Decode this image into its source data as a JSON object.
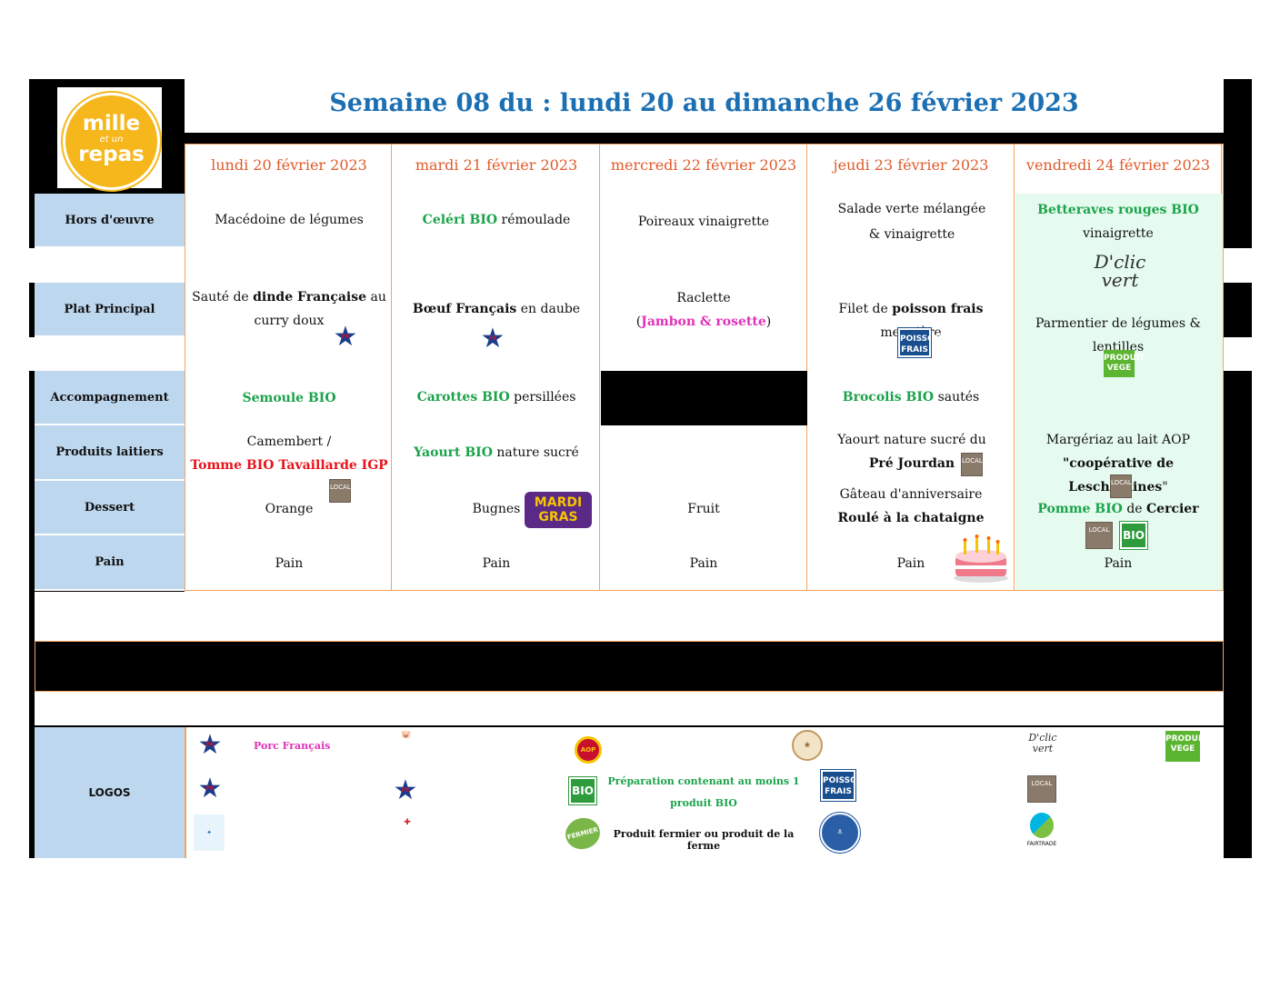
{
  "brand": {
    "line1": "mille",
    "line2": "et un",
    "line3": "repas"
  },
  "title": "Semaine 08 du : lundi 20 au dimanche 26 février 2023",
  "days": [
    "lundi 20 février 2023",
    "mardi 21 février 2023",
    "mercredi 22 février 2023",
    "jeudi 23 février 2023",
    "vendredi 24 février 2023"
  ],
  "rows": [
    "Hors d'œuvre",
    "Plat Principal",
    "Accompagnement",
    "Produits laitiers",
    "Dessert",
    "Pain"
  ],
  "menu": {
    "hors_oeuvre": {
      "lun": "Macédoine de légumes",
      "mar": {
        "bio": "Celéri BIO",
        "rest": " rémoulade"
      },
      "mer": "Poireaux vinaigrette",
      "jeu": "Salade verte mélangée & vinaigrette",
      "ven": {
        "bio": "Betteraves rouges BIO",
        "rest": "vinaigrette"
      }
    },
    "plat": {
      "lun": {
        "a": "Sauté de ",
        "b": "dinde Française",
        "c": " au curry doux"
      },
      "mar": {
        "b": "Bœuf Français",
        "c": " en daube"
      },
      "mer": {
        "a": "Raclette",
        "b": "(",
        "pink": "Jambon & rosette",
        "c": ")"
      },
      "jeu": {
        "a": "Filet de ",
        "b": "poisson frais",
        "c": " meunière"
      },
      "ven": "Parmentier de légumes & lentilles"
    },
    "accomp": {
      "lun": "Semoule BIO",
      "mar": {
        "bio": "Carottes BIO",
        "rest": " persillées"
      },
      "jeu": {
        "bio": "Brocolis BIO",
        "rest": " sautés"
      }
    },
    "laitiers": {
      "lun": {
        "a": "Camembert /",
        "red": "Tomme BIO Tavaillarde IGP"
      },
      "mar": {
        "bio": "Yaourt BIO",
        "rest": " nature sucré"
      },
      "jeu": {
        "a": "Yaourt nature sucré du ",
        "b": "Pré Jourdan"
      },
      "ven": {
        "a": "Margériaz au lait AOP",
        "b": "\"coopérative de Lescheraines",
        "c": "\""
      }
    },
    "dessert": {
      "lun": "Orange",
      "mar": "Bugnes",
      "mer": "Fruit",
      "jeu": {
        "a": "Gâteau d'anniversaire",
        "b": "Roulé à la chataigne"
      },
      "ven": {
        "bio": "Pomme BIO",
        "a": " de ",
        "b": "Cercier"
      }
    },
    "pain": [
      "Pain",
      "Pain",
      "Pain",
      "Pain",
      "Pain"
    ]
  },
  "icons": {
    "local": "LOCAL",
    "bio": "BIO",
    "frais": "POISSON FRAIS",
    "vege": "PRODUIT VEGE",
    "mardi": "MARDI GRAS",
    "dclic": "D'clic vert",
    "fairtrade": "FAIRTRADE"
  },
  "logos": {
    "label": "LOGOS",
    "porc": "Porc Français",
    "prep_bio": "Préparation contenant au moins 1 produit BIO",
    "fermier": "Produit fermier ou produit de la ferme"
  },
  "colors": {
    "title": "#1b6fb3",
    "day": "#e05a2a",
    "bio": "#1aa34a",
    "label_bg": "#bdd7ee",
    "border": "#f4a460",
    "friday_bg": "#e6fbef"
  }
}
